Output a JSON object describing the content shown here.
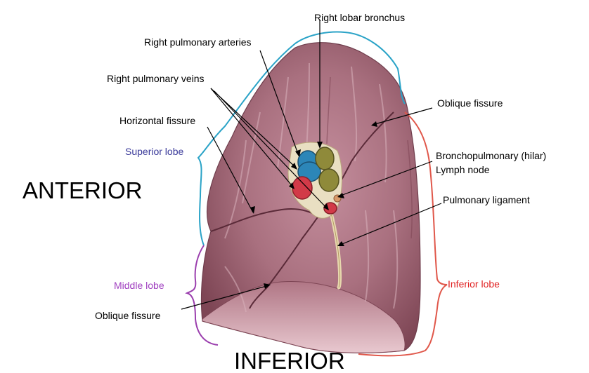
{
  "labels": {
    "right_lobar_bronchus": "Right lobar bronchus",
    "right_pulmonary_arteries": "Right pulmonary arteries",
    "right_pulmonary_veins": "Right pulmonary veins",
    "horizontal_fissure": "Horizontal fissure",
    "oblique_fissure_upper": "Oblique fissure",
    "bronchopulmonary_line1": "Bronchopulmonary (hilar)",
    "bronchopulmonary_line2": "Lymph node",
    "pulmonary_ligament": "Pulmonary ligament",
    "oblique_fissure_lower": "Oblique fissure"
  },
  "lobes": {
    "superior": "Superior lobe",
    "middle": "Middle lobe",
    "inferior": "Inferior lobe"
  },
  "orientation": {
    "anterior": "ANTERIOR",
    "inferior": "INFERIOR"
  },
  "colors": {
    "superior_bracket": "#2aa3c7",
    "middle_bracket": "#9b3fae",
    "inferior_bracket": "#e0574a",
    "superior_text": "#3a3a9a",
    "middle_text": "#a040c0",
    "inferior_text": "#e02020",
    "lung_base": "#a86f80",
    "artery_blue": "#2c86b8",
    "vein_red": "#d23a48",
    "bronchus_olive": "#8f8a3a"
  }
}
